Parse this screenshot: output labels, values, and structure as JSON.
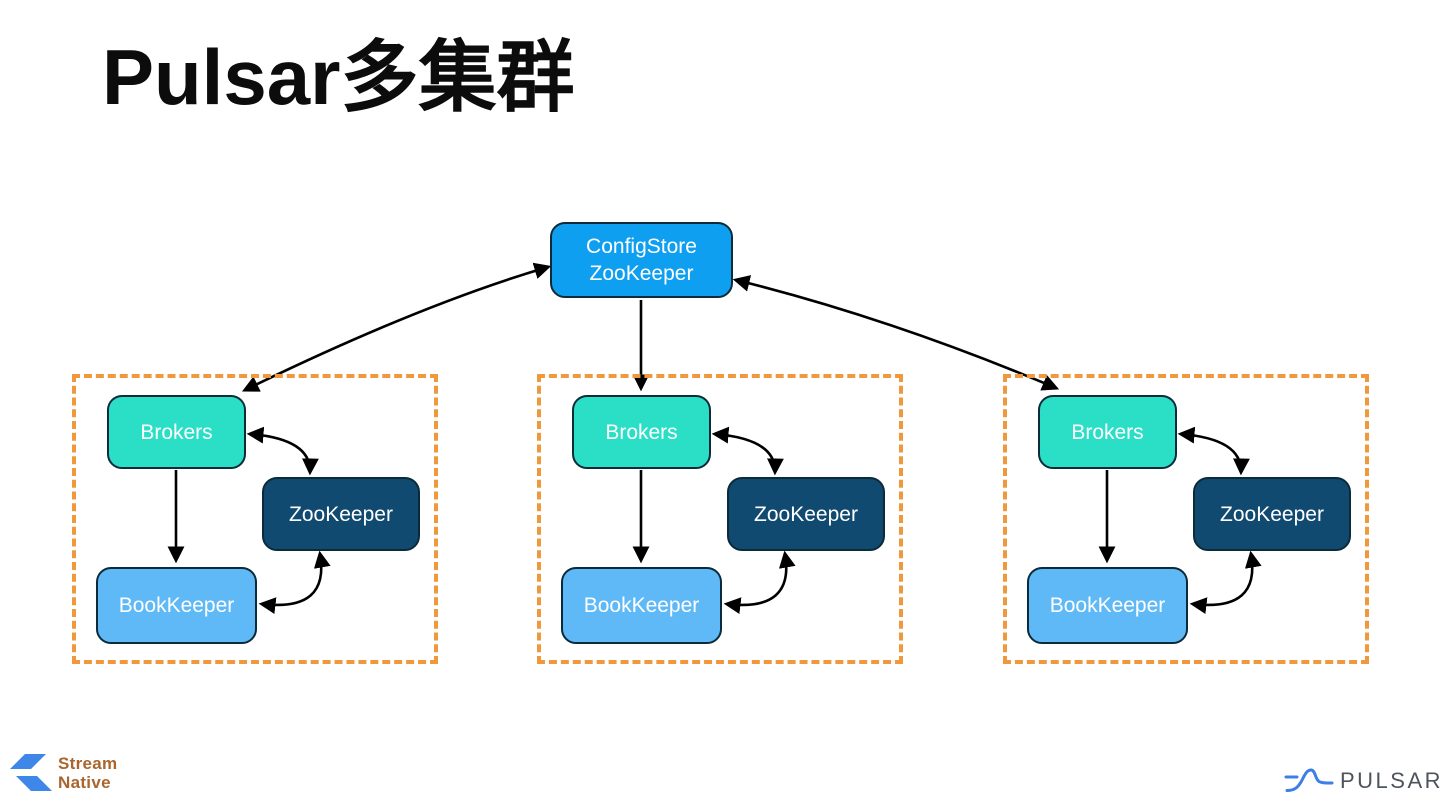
{
  "title": "Pulsar多集群",
  "config_store": {
    "line1": "ConfigStore",
    "line2": "ZooKeeper"
  },
  "clusters": [
    {
      "brokers": "Brokers",
      "zookeeper": "ZooKeeper",
      "bookkeeper": "BookKeeper"
    },
    {
      "brokers": "Brokers",
      "zookeeper": "ZooKeeper",
      "bookkeeper": "BookKeeper"
    },
    {
      "brokers": "Brokers",
      "zookeeper": "ZooKeeper",
      "bookkeeper": "BookKeeper"
    }
  ],
  "footer": {
    "streamnative": {
      "line1": "Stream",
      "line2": "Native"
    },
    "pulsar": "PULSAR"
  },
  "colors": {
    "config-store": "#0F9FF0",
    "brokers": "#2BDFC7",
    "zookeeper": "#114A70",
    "bookkeeper": "#5FB9F6",
    "cluster-border": "#F0993C",
    "arrow": "#000000",
    "streamnative-blue": "#3E86E8",
    "streamnative-text": "#A9652C",
    "pulsar-blue": "#3D7EE8",
    "pulsar-text": "#4E545B"
  }
}
